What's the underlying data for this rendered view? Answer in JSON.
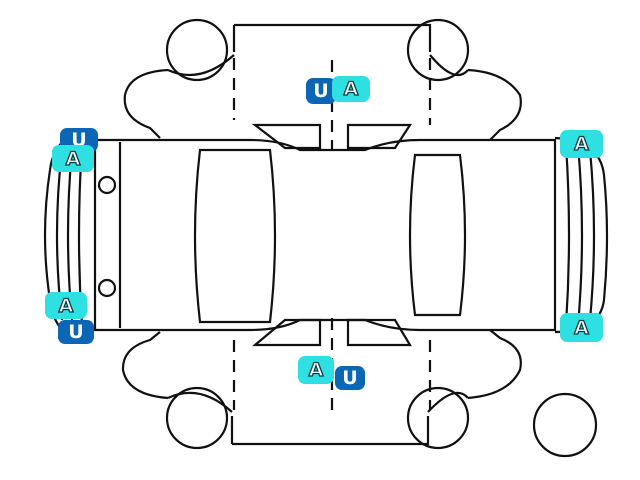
{
  "colors": {
    "u_marker": "#0b67b5",
    "a_marker": "#2fe0e3",
    "line": "#111111"
  },
  "markers": [
    {
      "id": "top-door-u",
      "code": "U",
      "type": "u"
    },
    {
      "id": "top-door-a",
      "code": "A",
      "type": "a"
    },
    {
      "id": "front-left-u",
      "code": "U",
      "type": "u"
    },
    {
      "id": "front-left-a",
      "code": "A",
      "type": "a"
    },
    {
      "id": "front-right-u",
      "code": "U",
      "type": "u"
    },
    {
      "id": "front-right-a",
      "code": "A",
      "type": "a"
    },
    {
      "id": "rear-top-a",
      "code": "A",
      "type": "a"
    },
    {
      "id": "rear-bottom-a",
      "code": "A",
      "type": "a"
    },
    {
      "id": "bottom-door-u",
      "code": "U",
      "type": "u"
    },
    {
      "id": "bottom-door-a",
      "code": "A",
      "type": "a"
    }
  ]
}
